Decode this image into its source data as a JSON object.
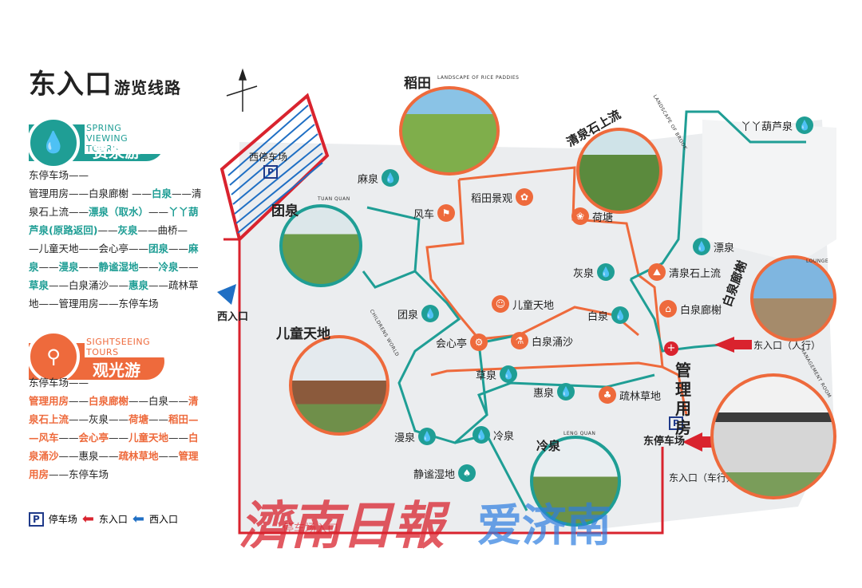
{
  "title": {
    "main": "东入口",
    "sub": "游览线路"
  },
  "spring_tour": {
    "en": "SPRING VIEWING TOURS",
    "cn": "赏泉游",
    "route": [
      [
        {
          "t": "东停车场——",
          "c": ""
        }
      ],
      [
        {
          "t": "管理用房——白泉廊榭 ——",
          "c": ""
        },
        {
          "t": "白泉",
          "c": "t"
        },
        {
          "t": "——清",
          "c": ""
        }
      ],
      [
        {
          "t": "泉石上流——",
          "c": ""
        },
        {
          "t": "漂泉（取水）",
          "c": "t"
        },
        {
          "t": "——",
          "c": ""
        },
        {
          "t": "丫丫葫",
          "c": "t"
        }
      ],
      [
        {
          "t": "芦泉(原路返回)",
          "c": "t"
        },
        {
          "t": "——",
          "c": ""
        },
        {
          "t": "灰泉",
          "c": "t"
        },
        {
          "t": "——曲桥—",
          "c": ""
        }
      ],
      [
        {
          "t": "—儿童天地——会心亭——",
          "c": ""
        },
        {
          "t": "团泉",
          "c": "t"
        },
        {
          "t": "——",
          "c": ""
        },
        {
          "t": "麻",
          "c": "t"
        }
      ],
      [
        {
          "t": "泉",
          "c": "t"
        },
        {
          "t": "——",
          "c": ""
        },
        {
          "t": "漫泉",
          "c": "t"
        },
        {
          "t": "——",
          "c": ""
        },
        {
          "t": "静谧湿地",
          "c": "t"
        },
        {
          "t": "——",
          "c": ""
        },
        {
          "t": "冷泉",
          "c": "t"
        },
        {
          "t": "——",
          "c": ""
        }
      ],
      [
        {
          "t": "草泉",
          "c": "t"
        },
        {
          "t": "——白泉涌沙——",
          "c": ""
        },
        {
          "t": "惠泉",
          "c": "t"
        },
        {
          "t": "——疏林草",
          "c": ""
        }
      ],
      [
        {
          "t": "地——管理用房——东停车场",
          "c": ""
        }
      ]
    ]
  },
  "sightseeing_tour": {
    "en": "SIGHTSEEING TOURS",
    "cn": "观光游",
    "route": [
      [
        {
          "t": "东停车场——",
          "c": ""
        }
      ],
      [
        {
          "t": "管理用房",
          "c": "o"
        },
        {
          "t": "——",
          "c": ""
        },
        {
          "t": "白泉廊榭",
          "c": "o"
        },
        {
          "t": "——白泉——",
          "c": ""
        },
        {
          "t": "清",
          "c": "o"
        }
      ],
      [
        {
          "t": "泉石上流",
          "c": "o"
        },
        {
          "t": "——灰泉——",
          "c": ""
        },
        {
          "t": "荷塘",
          "c": "o"
        },
        {
          "t": "——",
          "c": ""
        },
        {
          "t": "稻田—",
          "c": "o"
        }
      ],
      [
        {
          "t": "—风车",
          "c": "o"
        },
        {
          "t": "——",
          "c": ""
        },
        {
          "t": "会心亭",
          "c": "o"
        },
        {
          "t": "——",
          "c": ""
        },
        {
          "t": "儿童天地",
          "c": "o"
        },
        {
          "t": "——",
          "c": ""
        },
        {
          "t": "白",
          "c": "o"
        }
      ],
      [
        {
          "t": "泉涌沙",
          "c": "o"
        },
        {
          "t": "——惠泉——",
          "c": ""
        },
        {
          "t": "疏林草地",
          "c": "o"
        },
        {
          "t": "——",
          "c": ""
        },
        {
          "t": "管理",
          "c": "o"
        }
      ],
      [
        {
          "t": "用房",
          "c": "o"
        },
        {
          "t": "——东停车场",
          "c": ""
        }
      ]
    ]
  },
  "legend": {
    "parking": "停车场",
    "east": "东入口",
    "west": "西入口",
    "parking_icon": "P"
  },
  "places": {
    "west_parking": "西停车场",
    "west_entrance": "西入口",
    "east_entrance_walk": "东入口（人行）",
    "east_entrance_car": "东入口（车行）",
    "east_parking": "东停车场",
    "bottom_parking": "停车场入口"
  },
  "pois": {
    "maquan": "麻泉",
    "fengche": "风车",
    "daotian": "稻田景观",
    "hetang": "荷塘",
    "yaya": "丫丫葫芦泉",
    "piaoquan": "漂泉",
    "qingquan": "清泉石上流",
    "huiquan_grey": "灰泉",
    "baiquan": "白泉",
    "ertong": "儿童天地",
    "tuanquan": "团泉",
    "baiquan_lang": "白泉廊榭",
    "huixin": "会心亭",
    "yongsha": "白泉涌沙",
    "caoquan": "草泉",
    "huiquan": "惠泉",
    "shulin": "疏林草地",
    "manquan": "漫泉",
    "lengquan": "冷泉",
    "jingmi": "静谧湿地"
  },
  "photos": {
    "daotian": {
      "cn": "稻田",
      "en": "LANDSCAPE OF RICE PADDIES"
    },
    "qingquan": {
      "cn": "清泉石上流",
      "en": "LANDSCAPE OF BROOK"
    },
    "tuanquan": {
      "cn": "团泉",
      "en": "TUAN QUAN"
    },
    "lounge": {
      "cn": "白泉廊榭",
      "en": "LOUNGE"
    },
    "children": {
      "cn": "儿童天地",
      "en": "CHILDRENS WORLD"
    },
    "lengquan": {
      "cn": "冷泉",
      "en": "LENG QUAN"
    },
    "management": {
      "cn": "管理用房",
      "en": "MANAGEMENT ROOM"
    }
  },
  "watermark": {
    "left": "濟南日報",
    "right": "爱济南"
  },
  "colors": {
    "teal": "#1f9e95",
    "orange": "#ee6a3c",
    "red": "#d9232e",
    "blue": "#1f6fc4"
  }
}
